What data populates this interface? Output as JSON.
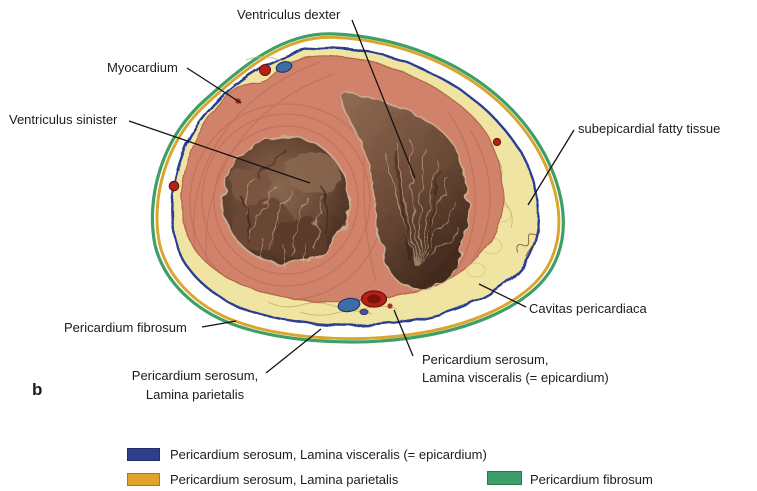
{
  "figure": {
    "panel_letter": "b",
    "annotations": {
      "ventriculus_dexter": "Ventriculus dexter",
      "myocardium": "Myocardium",
      "ventriculus_sinister": "Ventriculus sinister",
      "subepicardial_fatty_tissue": "subepicardial fatty tissue",
      "cavitas_pericardiaca": "Cavitas pericardiaca",
      "pericardium_fibrosum": "Pericardium fibrosum",
      "pericardium_serosum_lamina_parietalis": {
        "line1": "Pericardium serosum,",
        "line2": "Lamina parietalis"
      },
      "pericardium_serosum_lamina_visceralis": {
        "line1": "Pericardium serosum,",
        "line2": "Lamina visceralis (= epicardium)"
      }
    }
  },
  "legend": {
    "items": [
      {
        "id": "lamina-visceralis",
        "label": "Pericardium serosum, Lamina visceralis (= epicardium)",
        "swatch_color": "#2e3d8d"
      },
      {
        "id": "lamina-parietalis",
        "label": "Pericardium serosum, Lamina parietalis",
        "swatch_color": "#e0a42a"
      },
      {
        "id": "pericardium-fibrosum",
        "label": "Pericardium fibrosum",
        "swatch_color": "#3d9e6b"
      }
    ]
  },
  "illustration_colors": {
    "pericardium_fibrosum_ring": "#3f9f65",
    "lamina_parietalis_ring": "#d9a62d",
    "lamina_visceralis_ring": "#2c3e93",
    "fatty_tissue": "#f0e4a2",
    "myocardium": "#d1826a",
    "ventricle_cavity": "#6b4936"
  }
}
